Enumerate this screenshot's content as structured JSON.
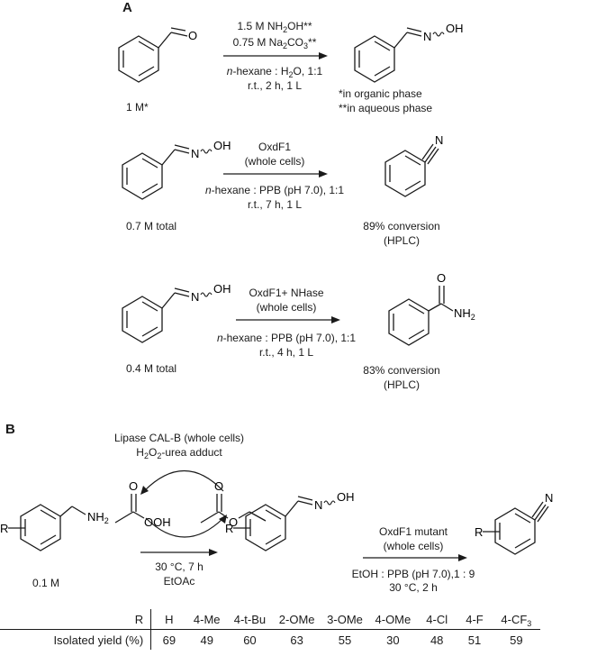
{
  "panel_a": {
    "label": "A",
    "rxn1": {
      "reagent1": "1.5 M NH",
      "reagent1_sub": "2",
      "reagent1_tail": "OH**",
      "reagent2_pre": "0.75 M Na",
      "reagent2_sub1": "2",
      "reagent2_mid": "CO",
      "reagent2_sub2": "3",
      "reagent2_tail": "**",
      "solvent_italic": "n",
      "solvent_rest": "-hexane : H",
      "solvent_sub": "2",
      "solvent_tail": "O, 1:1",
      "conditions": "r.t., 2 h, 1 L",
      "substrate_conc": "1 M*",
      "note1": "*in organic phase",
      "note2": "**in aqueous phase",
      "product_atoms": {
        "N": "N",
        "OH": "OH",
        "O": "O"
      }
    },
    "rxn2": {
      "catalyst": "OxdF1",
      "catalyst_form": "(whole cells)",
      "solvent_italic": "n",
      "solvent_rest": "-hexane : PPB (pH 7.0), 1:1",
      "conditions": "r.t., 7 h, 1 L",
      "substrate_conc": "0.7 M total",
      "conversion": "89% conversion",
      "method": "(HPLC)",
      "atoms": {
        "N": "N",
        "OH": "OH"
      }
    },
    "rxn3": {
      "catalyst": "OxdF1+ NHase",
      "catalyst_form": "(whole cells)",
      "solvent_italic": "n",
      "solvent_rest": "-hexane : PPB (pH 7.0), 1:1",
      "conditions": "r.t., 4 h, 1 L",
      "substrate_conc": "0.4 M total",
      "conversion": "83% conversion",
      "method": "(HPLC)",
      "atoms": {
        "N": "N",
        "OH": "OH",
        "O": "O",
        "NH": "NH",
        "NH_sub": "2"
      }
    }
  },
  "panel_b": {
    "label": "B",
    "enzyme": "Lipase CAL-B (whole cells)",
    "oxidant_pre": "H",
    "oxidant_sub1": "2",
    "oxidant_mid": "O",
    "oxidant_sub2": "2",
    "oxidant_tail": "-urea adduct",
    "step1_conditions": "30 °C, 7 h",
    "step1_solvent": "EtOAc",
    "substrate_conc": "0.1 M",
    "step2_catalyst": "OxdF1 mutant",
    "step2_form": "(whole cells)",
    "step2_solvent": "EtOH : PPB (pH 7.0),1 : 9",
    "step2_conditions": "30 °C, 2 h",
    "atoms": {
      "R": "R",
      "NH": "NH",
      "NH_sub": "2",
      "O": "O",
      "OOH": "OOH",
      "N": "N",
      "OH": "OH"
    },
    "table": {
      "row1_header": "R",
      "row2_header": "Isolated yield (%)",
      "substituents": [
        "H",
        "4-Me",
        "4-t-Bu",
        "2-OMe",
        "3-OMe",
        "4-OMe",
        "4-Cl",
        "4-F",
        "4-CF"
      ],
      "cf3_sub": "3",
      "yields": [
        69,
        49,
        60,
        63,
        55,
        30,
        48,
        51,
        59
      ]
    }
  }
}
